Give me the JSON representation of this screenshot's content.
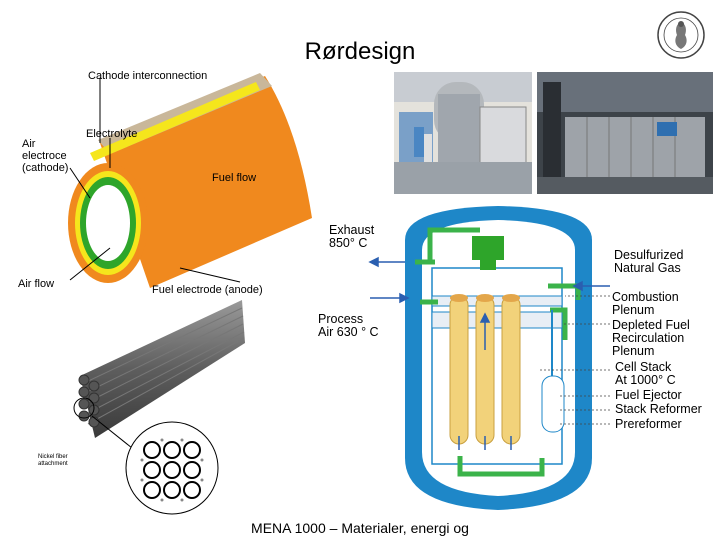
{
  "slide": {
    "title": "Rørdesign",
    "footer": "MENA 1000 – Materialer, energi og"
  },
  "tube_diagram": {
    "cathode_interconnection": "Cathode interconnection",
    "electrolyte": "Electrolyte",
    "air_electrode": "Air\nelectroce\n(cathode)",
    "fuel_flow": "Fuel flow",
    "air_flow": "Air flow",
    "fuel_electrode": "Fuel electrode (anode)",
    "bundle_attachment": "Nickel fiber\nattachment"
  },
  "generator_diagram": {
    "exhaust": "Exhaust\n850° C",
    "process_air": "Process\nAir 630 ° C",
    "desulfurized": "Desulfurized\nNatural Gas",
    "combustion": "Combustion\nPlenum",
    "depleted_fuel": "Depleted Fuel\nRecirculation\nPlenum",
    "cell_stack": "Cell Stack\nAt 1000° C",
    "fuel_ejector": "Fuel Ejector",
    "stack_reformer": "Stack Reformer",
    "prereformer": "Prereformer"
  },
  "colors": {
    "tube_orange": "#f0891e",
    "electrolyte_yellow": "#f5e61c",
    "air_electrode_green": "#2ea52a",
    "vessel_blue": "#1e87c8",
    "cell_yellow": "#f2d27a",
    "arrow_blue": "#2a5fb0"
  }
}
